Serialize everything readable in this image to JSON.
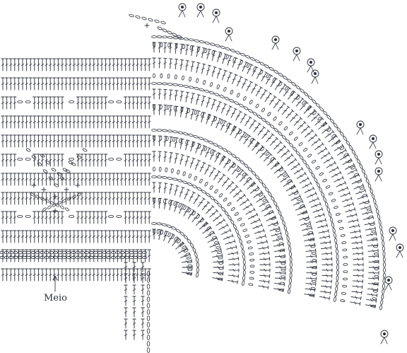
{
  "diagram": {
    "middle_label": "Meio",
    "ink_color": "#2b2f3a",
    "background_color": "#ffffff",
    "symbols": [
      "double-crochet",
      "chain",
      "single-crochet",
      "picot"
    ]
  }
}
